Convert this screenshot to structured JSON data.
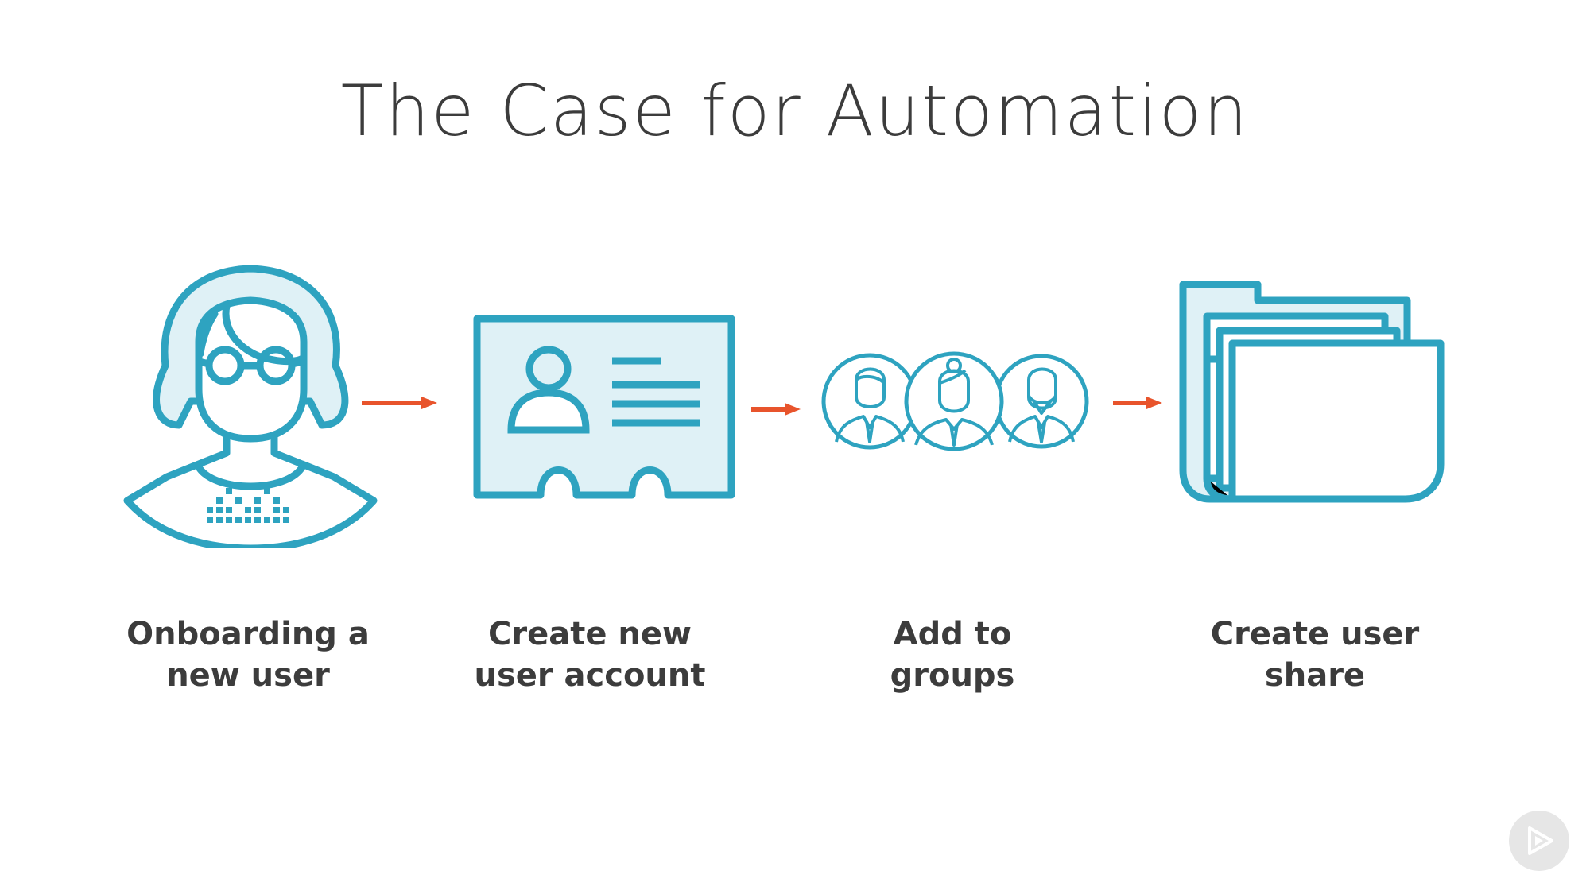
{
  "slide": {
    "title": "The Case for Automation"
  },
  "steps": [
    {
      "icon": "person-with-glasses-icon",
      "line1": "Onboarding a",
      "line2": "new user"
    },
    {
      "icon": "id-card-icon",
      "line1": "Create new",
      "line2": "user account"
    },
    {
      "icon": "group-people-icon",
      "line1": "Add to",
      "line2": "groups"
    },
    {
      "icon": "folders-icon",
      "line1": "Create user",
      "line2": "share"
    }
  ],
  "colors": {
    "accent": "#2ea3c0",
    "accent_fill": "#dff1f6",
    "arrow": "#e8542c",
    "text": "#3c3c3c",
    "logo": "#e6e6e6"
  },
  "logo": {
    "icon": "play-logo-icon"
  }
}
